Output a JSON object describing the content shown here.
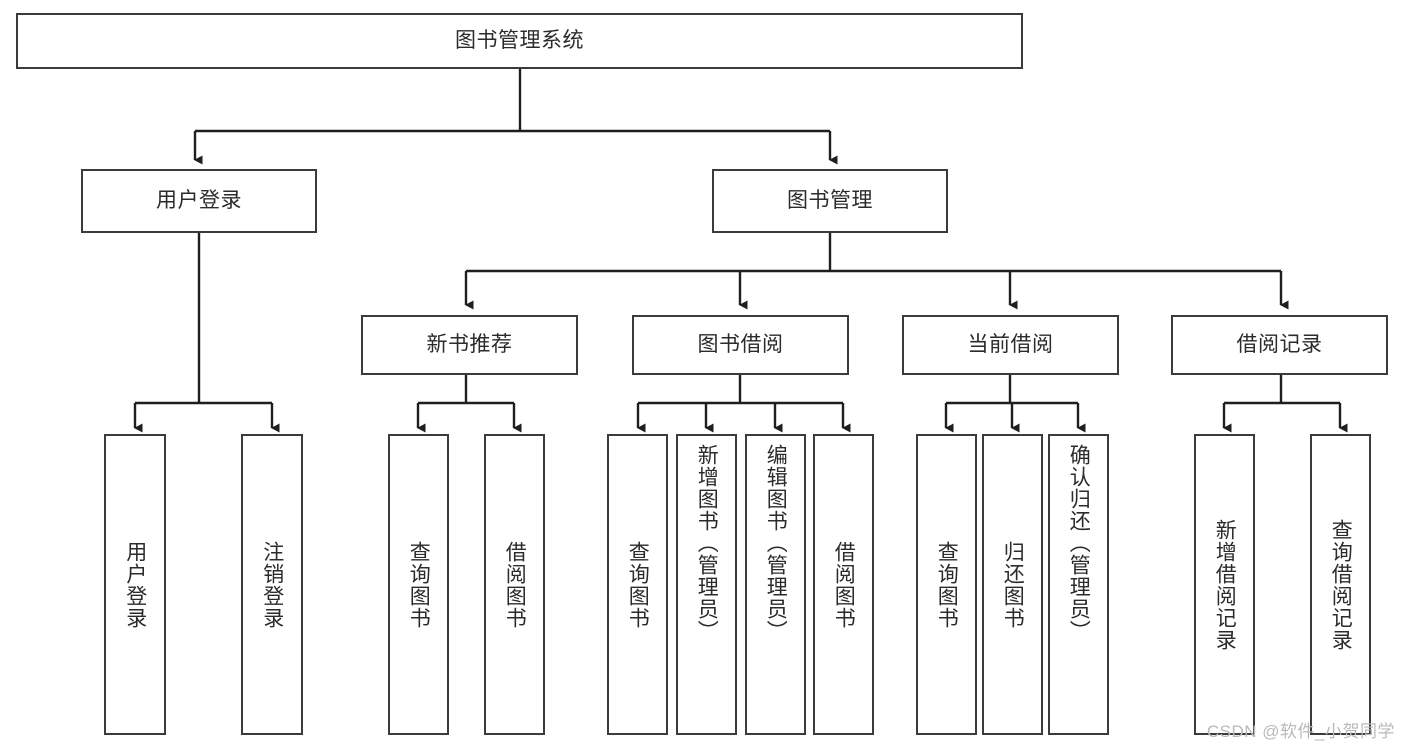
{
  "diagram": {
    "type": "tree-hierarchy-chart",
    "title": "图书管理系统",
    "watermark": "CSDN @软件_小贺同学",
    "colors": {
      "background": "#ffffff",
      "node_border": "#3b3b3b",
      "node_fill": "#ffffff",
      "text": "#2b2b2b",
      "connector": "#1f1f1f",
      "watermark": "#b9b9b9"
    },
    "levels": {
      "root_label": "图书管理系统",
      "level2": [
        "用户登录",
        "图书管理"
      ],
      "level3": [
        "新书推荐",
        "图书借阅",
        "当前借阅",
        "借阅记录"
      ],
      "leaves": [
        "用户登录",
        "注销登录",
        "查询图书",
        "借阅图书",
        "查询图书",
        "新增图书（管理员）",
        "编辑图书（管理员）",
        "借阅图书",
        "查询图书",
        "归还图书",
        "确认归还（管理员）",
        "新增借阅记录",
        "查询借阅记录"
      ]
    },
    "nodes": {
      "root": {
        "label": "图书管理系统"
      },
      "user_login": {
        "label": "用户登录"
      },
      "book_manage": {
        "label": "图书管理"
      },
      "new_book_rec": {
        "label": "新书推荐"
      },
      "book_borrow": {
        "label": "图书借阅"
      },
      "current_borrow": {
        "label": "当前借阅"
      },
      "borrow_record": {
        "label": "借阅记录"
      },
      "leaf_user_login": {
        "label": "用户登录"
      },
      "leaf_logout": {
        "label": "注销登录"
      },
      "leaf_query_book_a": {
        "label": "查询图书"
      },
      "leaf_borrow_book_a": {
        "label": "借阅图书"
      },
      "leaf_query_book_b": {
        "label": "查询图书"
      },
      "leaf_add_book_admin": {
        "label": "新增图书（管理员）"
      },
      "leaf_edit_book_admin": {
        "label": "编辑图书（管理员）"
      },
      "leaf_borrow_book_b": {
        "label": "借阅图书"
      },
      "leaf_query_book_c": {
        "label": "查询图书"
      },
      "leaf_return_book": {
        "label": "归还图书"
      },
      "leaf_confirm_return_admin": {
        "label": "确认归还（管理员）"
      },
      "leaf_add_borrow_record": {
        "label": "新增借阅记录"
      },
      "leaf_query_borrow_record": {
        "label": "查询借阅记录"
      }
    }
  }
}
